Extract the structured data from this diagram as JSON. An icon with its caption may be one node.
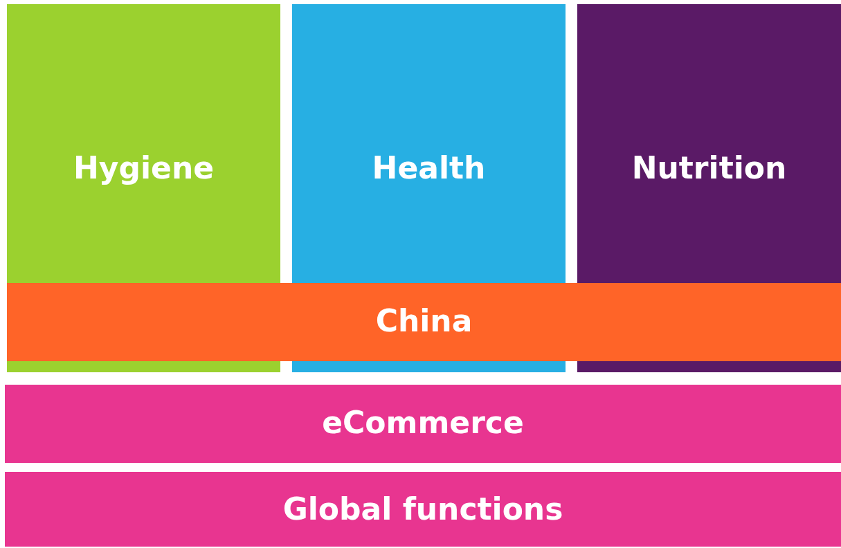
{
  "diagram": {
    "nodes": [
      {
        "text": [
          "Hygiene"
        ]
      },
      {
        "text": [
          "Health"
        ]
      },
      {
        "text": [
          "Nutrition"
        ]
      },
      {
        "text": [
          "China"
        ]
      },
      {
        "text": [
          "eCommerce"
        ]
      },
      {
        "text": [
          "Global functions"
        ]
      }
    ]
  }
}
